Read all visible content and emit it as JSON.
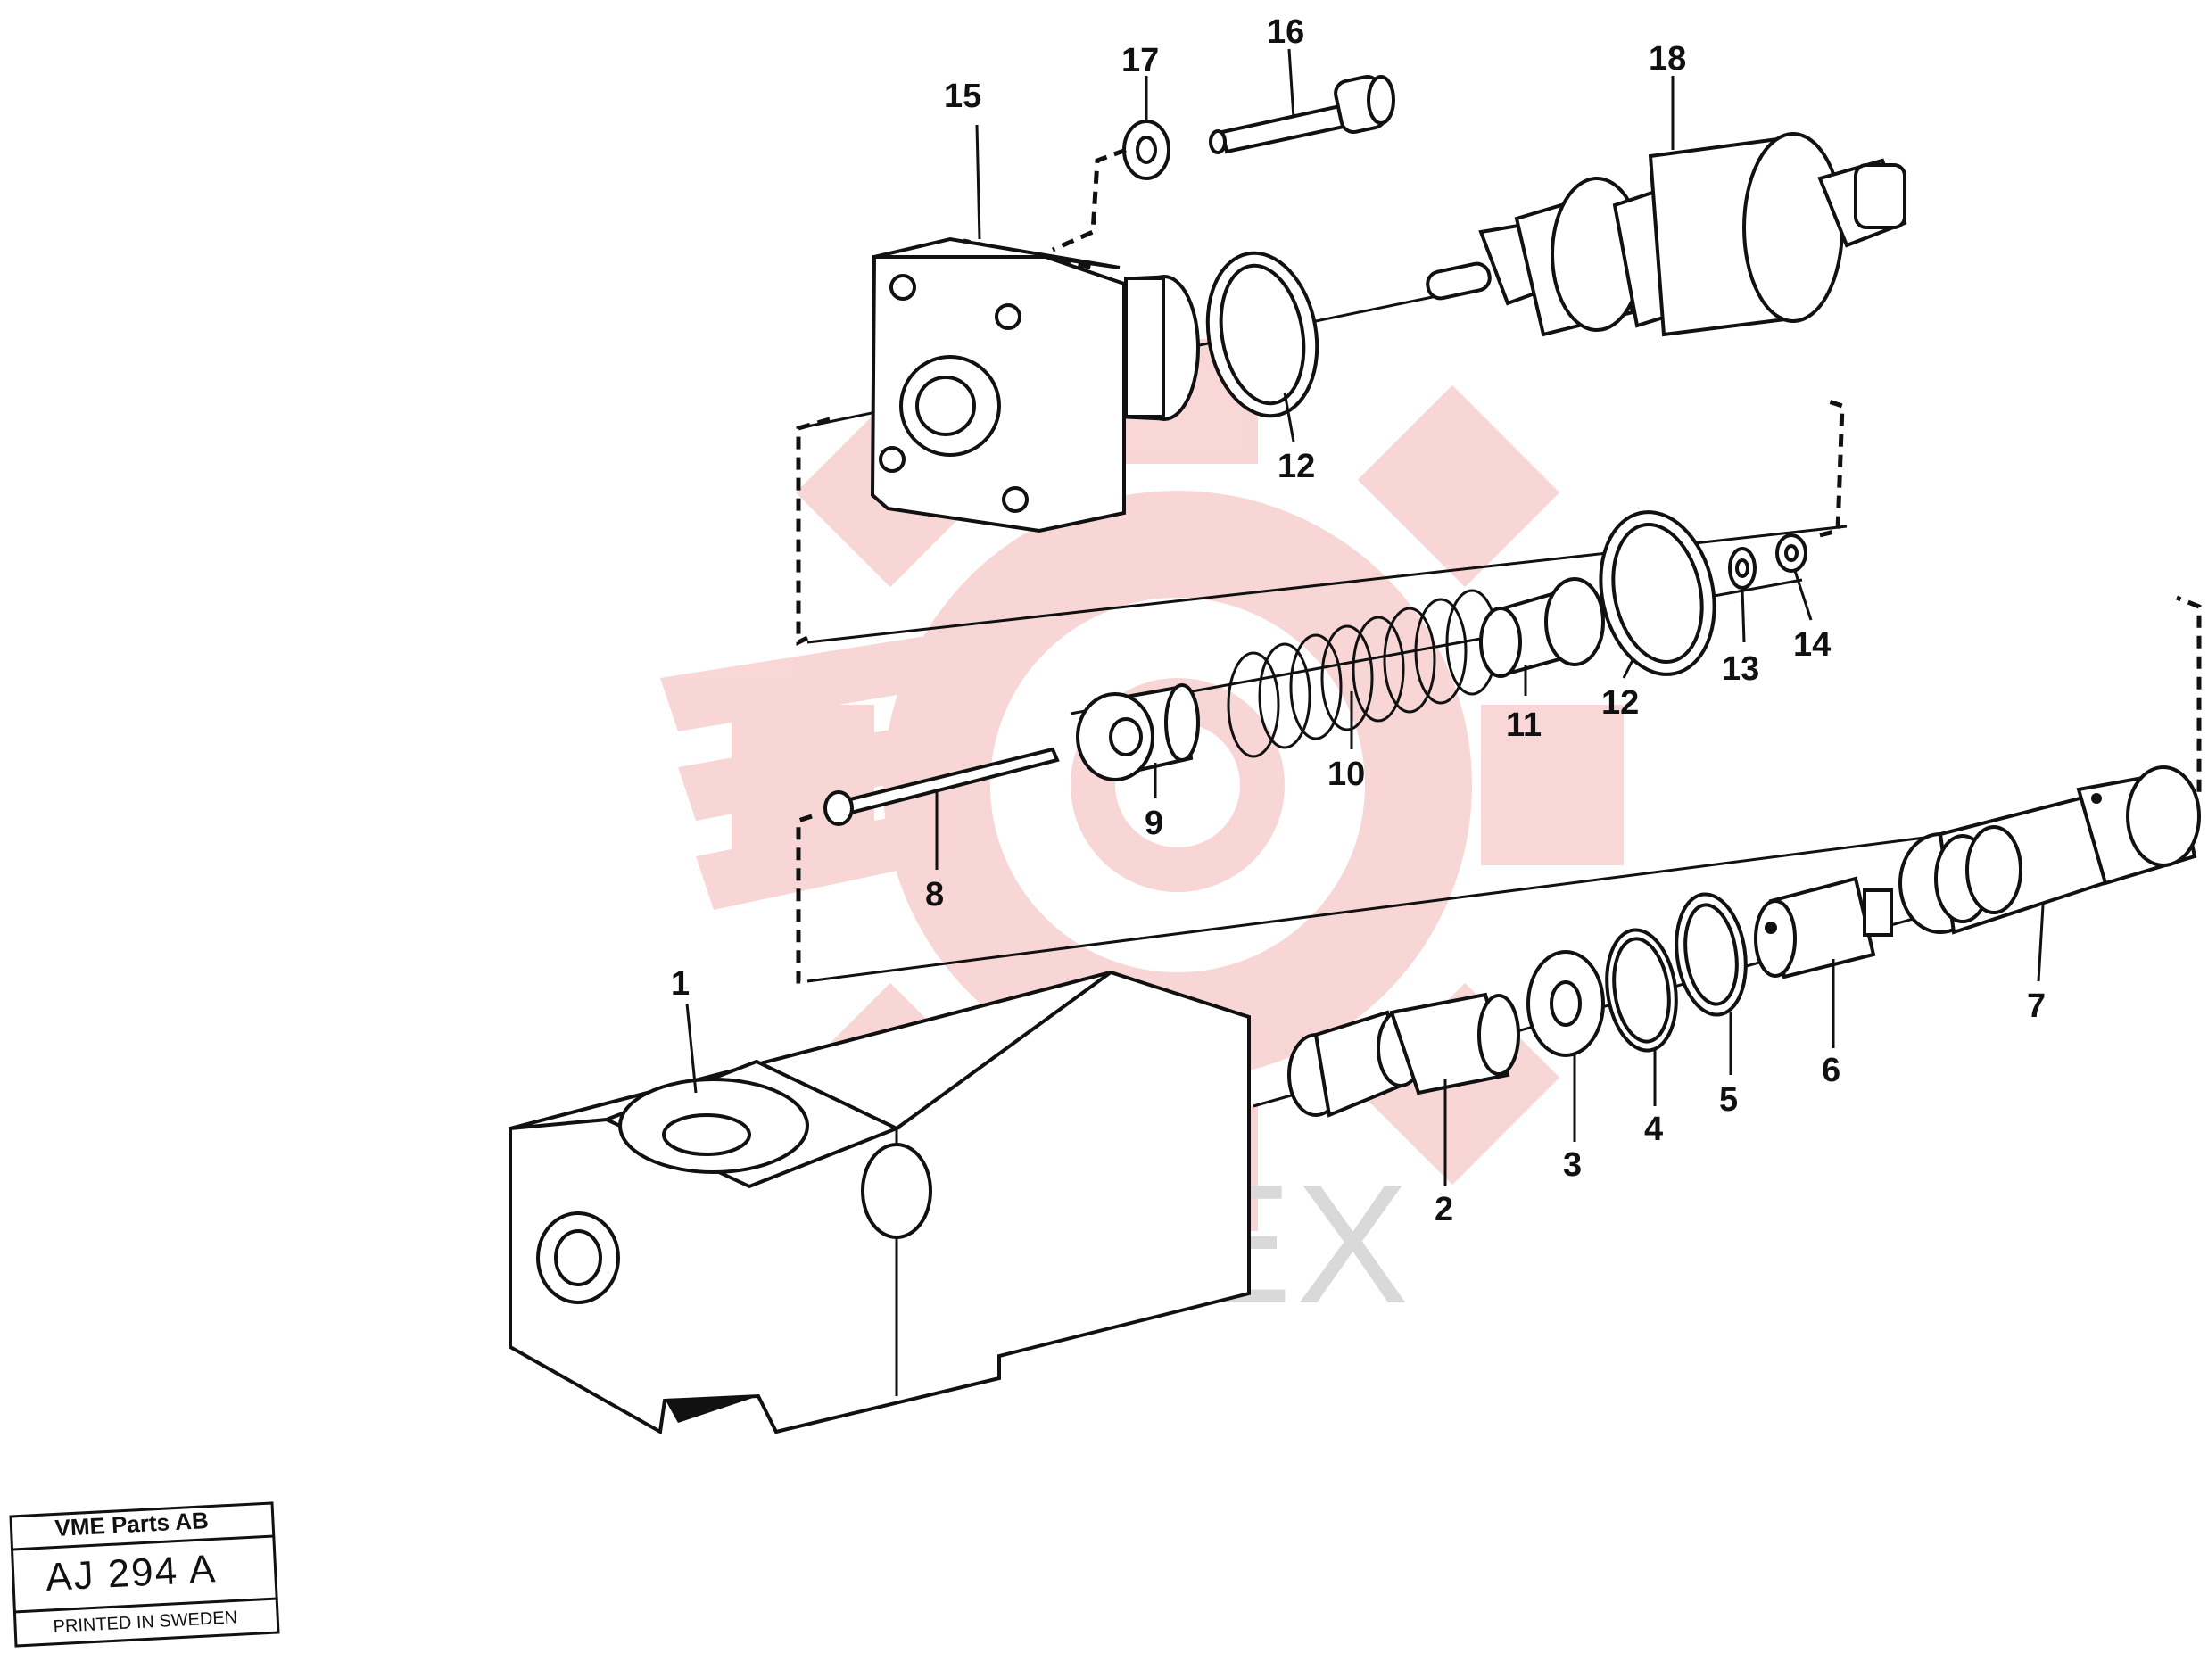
{
  "watermark": {
    "text": "ИНТЕХ",
    "gear_color": "#f4b6b6",
    "text_color": "#d9d9d9"
  },
  "title_block": {
    "company": "VME Parts AB",
    "code": "AJ 294 A",
    "footer": "PRINTED IN SWEDEN"
  },
  "callouts": [
    {
      "id": "1",
      "label": "1"
    },
    {
      "id": "2",
      "label": "2"
    },
    {
      "id": "3",
      "label": "3"
    },
    {
      "id": "4",
      "label": "4"
    },
    {
      "id": "5",
      "label": "5"
    },
    {
      "id": "6",
      "label": "6"
    },
    {
      "id": "7",
      "label": "7"
    },
    {
      "id": "8",
      "label": "8"
    },
    {
      "id": "9",
      "label": "9"
    },
    {
      "id": "10",
      "label": "10"
    },
    {
      "id": "11",
      "label": "11"
    },
    {
      "id": "12a",
      "label": "12"
    },
    {
      "id": "12b",
      "label": "12"
    },
    {
      "id": "13",
      "label": "13"
    },
    {
      "id": "14",
      "label": "14"
    },
    {
      "id": "15",
      "label": "15"
    },
    {
      "id": "16",
      "label": "16"
    },
    {
      "id": "17",
      "label": "17"
    },
    {
      "id": "18",
      "label": "18"
    }
  ]
}
